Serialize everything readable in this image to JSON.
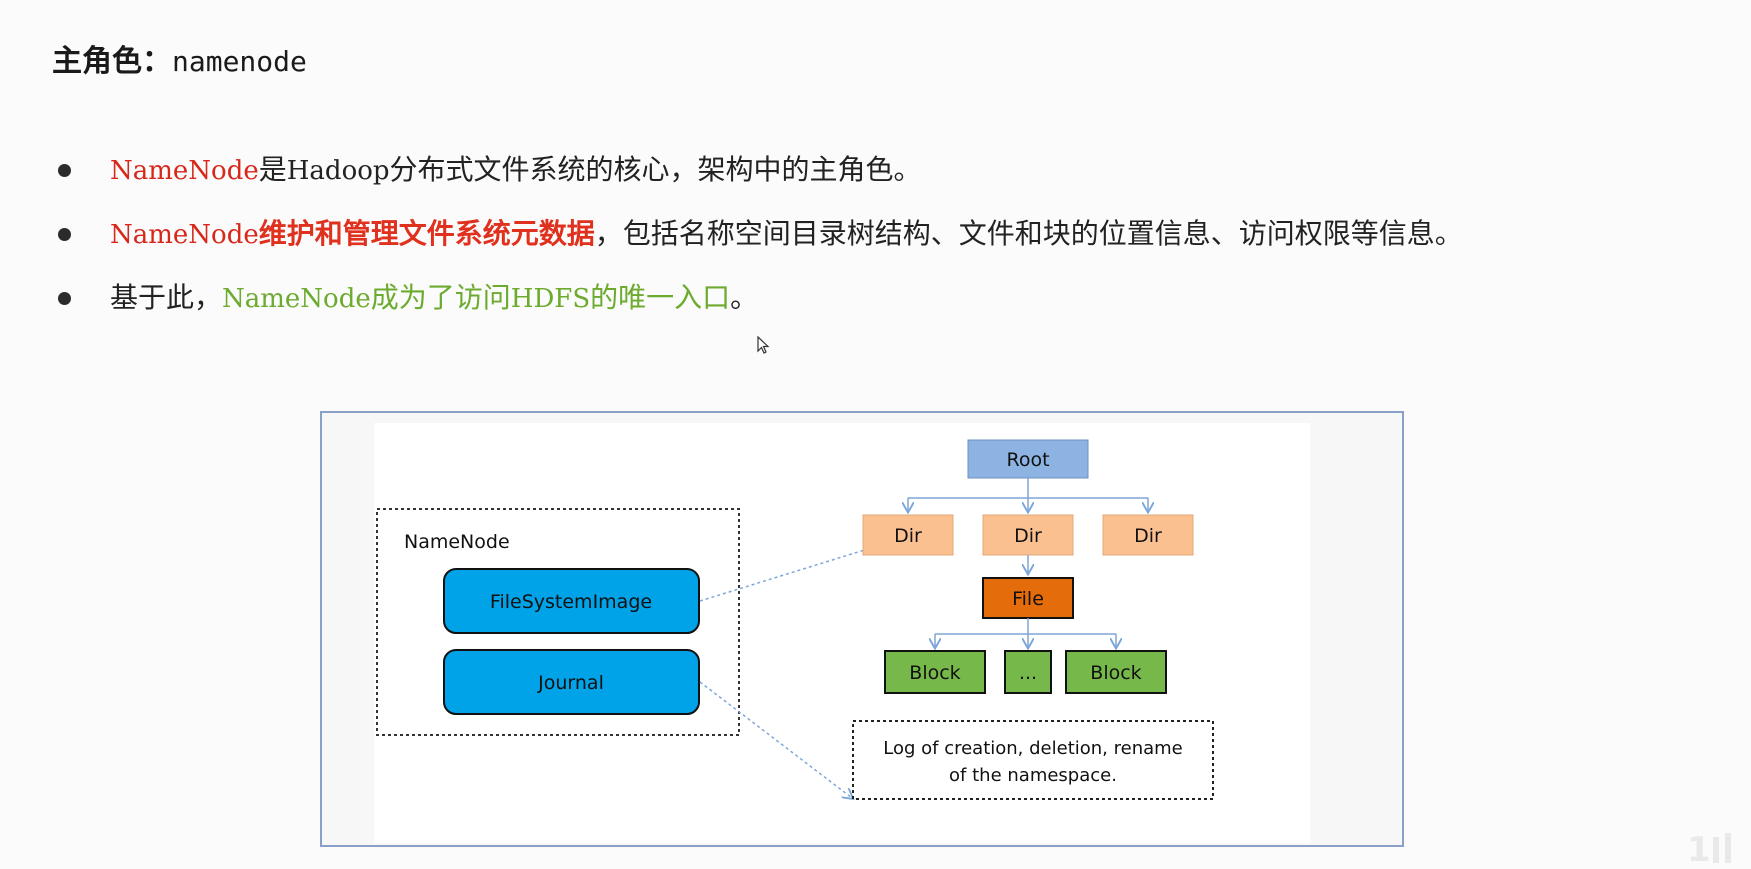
{
  "title": {
    "label": "主角色：",
    "code": "namenode"
  },
  "bullets": [
    {
      "parts": [
        {
          "text": "NameNode",
          "style": "serif red"
        },
        {
          "text": "是",
          "style": ""
        },
        {
          "text": "Hadoop",
          "style": "serif"
        },
        {
          "text": "分布式文件系统的核心，架构中的主角色。",
          "style": ""
        }
      ]
    },
    {
      "parts": [
        {
          "text": "NameNode",
          "style": "serif red"
        },
        {
          "text": "维护和管理文件系统元数据",
          "style": "redbold"
        },
        {
          "text": "，包括名称空间目录树结构、文件和块的位置信息、访问权限等信息。",
          "style": ""
        }
      ]
    },
    {
      "parts": [
        {
          "text": "基于此，",
          "style": ""
        },
        {
          "text": "NameNode",
          "style": "serif green"
        },
        {
          "text": "成为了访问",
          "style": "green"
        },
        {
          "text": "HDFS",
          "style": "serif green"
        },
        {
          "text": "的唯一入口",
          "style": "green"
        },
        {
          "text": "。",
          "style": ""
        }
      ]
    }
  ],
  "diagram": {
    "namenode_label": "NameNode",
    "fsimage_label": "FileSystemImage",
    "journal_label": "Journal",
    "root_label": "Root",
    "dir_labels": [
      "Dir",
      "Dir",
      "Dir"
    ],
    "file_label": "File",
    "block_labels": [
      "Block",
      "...",
      "Block"
    ],
    "log_line1": "Log of creation, deletion, rename",
    "log_line2": "of the namespace.",
    "colors": {
      "node_blue": "#00a2e8",
      "root": "#8db3e2",
      "dir": "#fac090",
      "file": "#e46c0a",
      "block": "#77b84a",
      "connector": "#7ea6d8",
      "accent_red": "#d7271b",
      "accent_green": "#6cab2e"
    }
  }
}
